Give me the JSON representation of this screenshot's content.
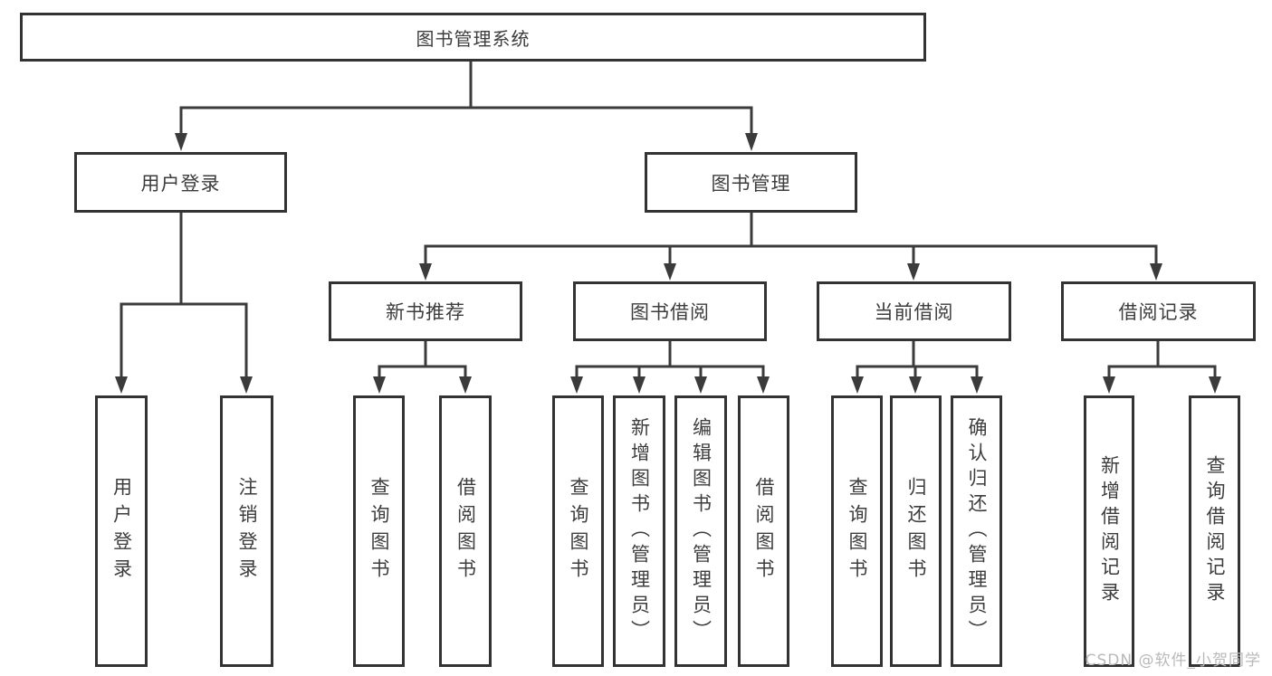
{
  "diagram": {
    "root": "图书管理系统",
    "branches": [
      {
        "label": "用户登录",
        "leaves": [
          "用户登录",
          "注销登录"
        ]
      },
      {
        "label": "图书管理",
        "children": [
          {
            "label": "新书推荐",
            "leaves": [
              "查询图书",
              "借阅图书"
            ]
          },
          {
            "label": "图书借阅",
            "leaves": [
              "查询图书",
              "新增图书（管理员）",
              "编辑图书（管理员）",
              "借阅图书"
            ]
          },
          {
            "label": "当前借阅",
            "leaves": [
              "查询图书",
              "归还图书",
              "确认归还（管理员）"
            ]
          },
          {
            "label": "借阅记录",
            "leaves": [
              "新增借阅记录",
              "查询借阅记录"
            ]
          }
        ]
      }
    ]
  },
  "colors": {
    "line": "#3b3b3b",
    "border": "#333333",
    "text": "#3d3d3d",
    "watermark": "#b9b9b9"
  },
  "watermark": {
    "text": "CSDN @软件_小贺同学"
  }
}
